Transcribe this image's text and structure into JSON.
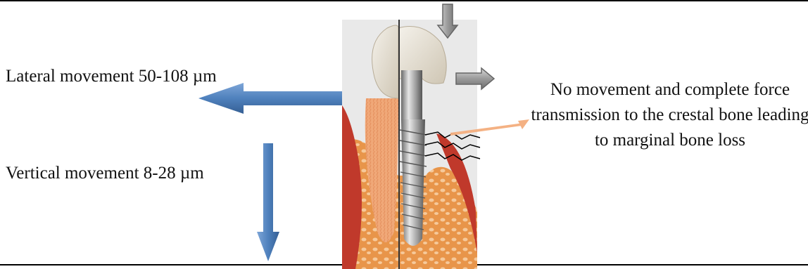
{
  "labels": {
    "lateral_movement": "Lateral movement 50-108 µm",
    "vertical_movement": "Vertical movement 8-28 µm",
    "implant_note": "No movement and complete force transmission to the crestal bone leading to marginal bone loss"
  },
  "colors": {
    "blue_arrow": "#4f81bd",
    "gray_arrow": "#8c8c8c",
    "orange_arrow": "#f4b183",
    "gingiva": "#c0392b",
    "bone": "#e8954a",
    "panel_bg": "#e9e9e9"
  }
}
